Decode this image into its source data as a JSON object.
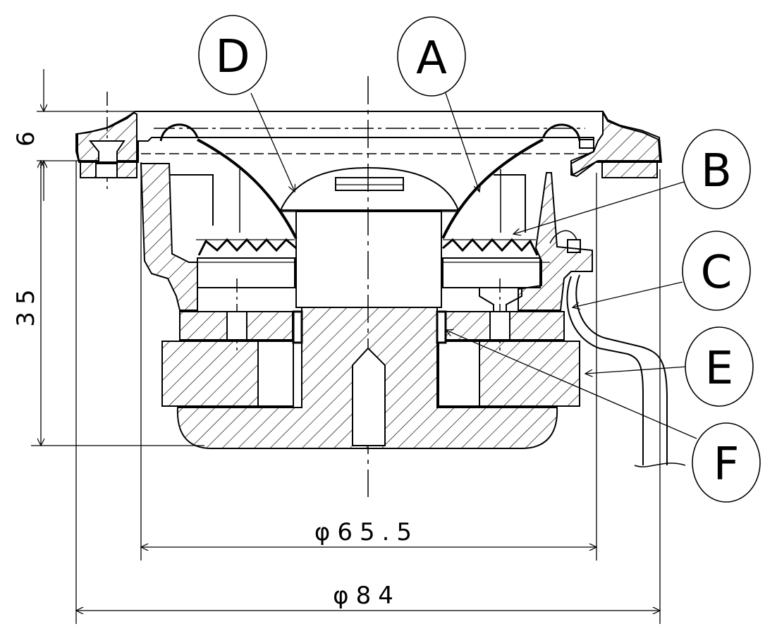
{
  "drawing": {
    "callouts": [
      {
        "id": "D",
        "label": "D"
      },
      {
        "id": "A",
        "label": "A"
      },
      {
        "id": "B",
        "label": "B"
      },
      {
        "id": "C",
        "label": "C"
      },
      {
        "id": "E",
        "label": "E"
      },
      {
        "id": "F",
        "label": "F"
      }
    ],
    "dimensions": {
      "top_height": "6",
      "body_height": "35",
      "inner_diameter": "φ65.5",
      "outer_diameter": "φ84"
    },
    "colors": {
      "line": "#000000",
      "background": "#ffffff"
    }
  }
}
